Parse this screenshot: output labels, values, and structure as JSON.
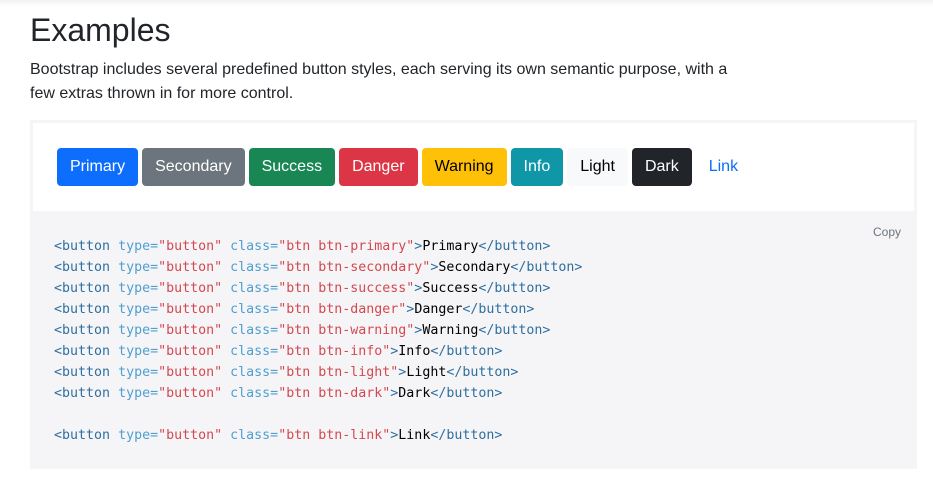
{
  "heading": "Examples",
  "lead": "Bootstrap includes several predefined button styles, each serving its own semantic purpose, with a few extras thrown in for more control.",
  "buttons": [
    {
      "label": "Primary",
      "variant": "primary",
      "color": "#0d6efd"
    },
    {
      "label": "Secondary",
      "variant": "secondary",
      "color": "#6c757d"
    },
    {
      "label": "Success",
      "variant": "success",
      "color": "#198754"
    },
    {
      "label": "Danger",
      "variant": "danger",
      "color": "#dc3545"
    },
    {
      "label": "Warning",
      "variant": "warning",
      "color": "#ffc107"
    },
    {
      "label": "Info",
      "variant": "info",
      "color": "#0f96a7"
    },
    {
      "label": "Light",
      "variant": "light",
      "color": "#f8f9fa"
    },
    {
      "label": "Dark",
      "variant": "dark",
      "color": "#212529"
    },
    {
      "label": "Link",
      "variant": "link",
      "color": "#0d6efd"
    }
  ],
  "copy_label": "Copy",
  "code_lines": [
    {
      "class": "btn btn-primary",
      "text": "Primary"
    },
    {
      "class": "btn btn-secondary",
      "text": "Secondary"
    },
    {
      "class": "btn btn-success",
      "text": "Success"
    },
    {
      "class": "btn btn-danger",
      "text": "Danger"
    },
    {
      "class": "btn btn-warning",
      "text": "Warning"
    },
    {
      "class": "btn btn-info",
      "text": "Info"
    },
    {
      "class": "btn btn-light",
      "text": "Light"
    },
    {
      "class": "btn btn-dark",
      "text": "Dark"
    },
    {
      "class": "",
      "text": ""
    },
    {
      "class": "btn btn-link",
      "text": "Link"
    }
  ],
  "code_tokens": {
    "tag_open": "<button",
    "type_attr": "type=",
    "type_value": "\"button\"",
    "class_attr": "class=",
    "close_tag": "</button>"
  }
}
